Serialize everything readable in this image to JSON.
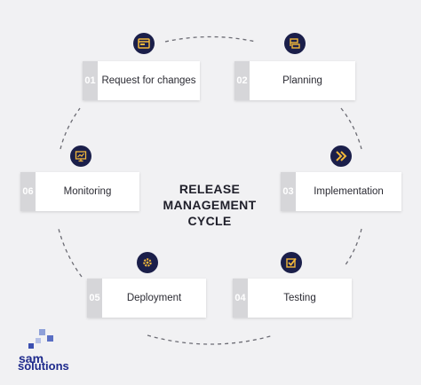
{
  "diagram": {
    "title_lines": [
      "RELEASE",
      "MANAGEMENT",
      "CYCLE"
    ],
    "steps": [
      {
        "num": "01",
        "label": "Request for changes",
        "icon": "browser-window-icon"
      },
      {
        "num": "02",
        "label": "Planning",
        "icon": "planning-stack-icon"
      },
      {
        "num": "03",
        "label": "Implementation",
        "icon": "double-chevron-right-icon"
      },
      {
        "num": "04",
        "label": "Testing",
        "icon": "checkbox-check-icon"
      },
      {
        "num": "05",
        "label": "Deployment",
        "icon": "gear-icon"
      },
      {
        "num": "06",
        "label": "Monitoring",
        "icon": "monitor-chart-icon"
      }
    ]
  },
  "brand": {
    "line1": "sam",
    "line2": "solutions"
  },
  "colors": {
    "background": "#f1f1f3",
    "icon_bg": "#1b1f4a",
    "icon_accent": "#f3b83a",
    "number_tab": "#d6d6d9",
    "logo": "#1e2a8c",
    "arc": "#6c6c74"
  }
}
